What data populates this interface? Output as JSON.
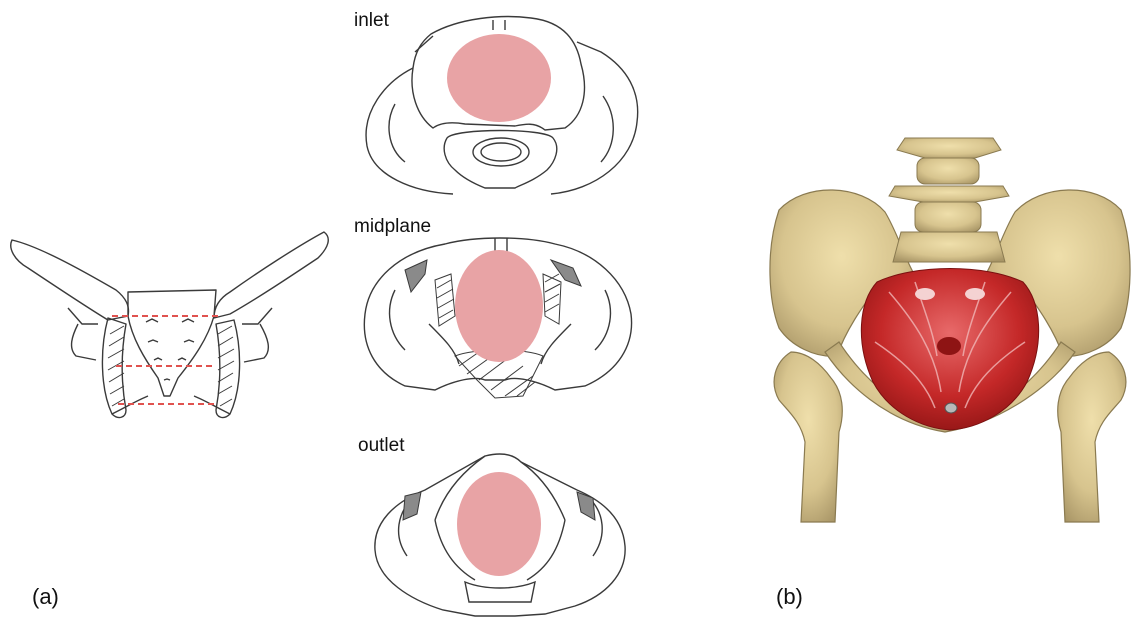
{
  "panels": {
    "a": {
      "label": "(a)"
    },
    "b": {
      "label": "(b)"
    }
  },
  "views": {
    "inlet": {
      "label": "inlet"
    },
    "midplane": {
      "label": "midplane"
    },
    "outlet": {
      "label": "outlet"
    }
  },
  "colors": {
    "outline": "#3a3a3a",
    "canal_fill": "#e8a3a5",
    "marker_line": "#e0524f",
    "bone": "#d7c48e",
    "bone_shadow": "#a89566",
    "muscle": "#c42828",
    "muscle_highlight": "#e86a6a",
    "gray_spine": "#8a8a8a"
  }
}
